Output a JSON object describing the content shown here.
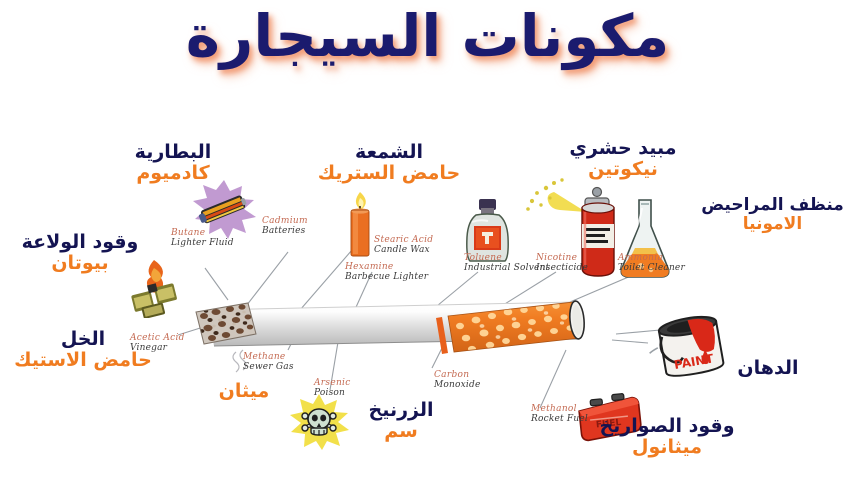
{
  "poster": {
    "title": "مكونات السيجارة",
    "title_color": "#1b1b6e",
    "accent_color": "#f07c20",
    "background": "#ffffff",
    "subject": "cigarette-diagram"
  },
  "labels": [
    {
      "id": "battery",
      "ar_main": "البطارية",
      "ar_sub": "كادميوم",
      "en_chem": "Cadmium",
      "en_use": "Batteries",
      "icon": "battery-icon"
    },
    {
      "id": "lighter-fuel",
      "ar_main": "وقود الولاعة",
      "ar_sub": "بيوتان",
      "en_chem": "Butane",
      "en_use": "Lighter Fluid",
      "icon": "lighter-icon"
    },
    {
      "id": "vinegar",
      "ar_main": "الخل",
      "ar_sub": "حامض الاستيك",
      "en_chem": "Acetic Acid",
      "en_use": "Vinegar",
      "icon": "none"
    },
    {
      "id": "methane",
      "ar_main": "",
      "ar_sub": "ميثان",
      "en_chem": "Methane",
      "en_use": "Sewer Gas",
      "icon": "gas-waves-icon"
    },
    {
      "id": "arsenic",
      "ar_main": "الزرنيخ",
      "ar_sub": "سم",
      "en_chem": "Arsenic",
      "en_use": "Poison",
      "icon": "skull-poison-icon"
    },
    {
      "id": "candle",
      "ar_main": "الشمعة",
      "ar_sub": "حامض الستريك",
      "en_chem": "Stearic Acid",
      "en_use": "Candle Wax",
      "icon": "candle-icon"
    },
    {
      "id": "barbecue-lighter",
      "ar_main": "",
      "ar_sub": "",
      "en_chem": "Hexamine",
      "en_use": "Barbecue Lighter",
      "icon": "none"
    },
    {
      "id": "industrial-solvent",
      "ar_main": "",
      "ar_sub": "",
      "en_chem": "Toluene",
      "en_use": "Industrial Solvent",
      "icon": "solvent-bottle-icon"
    },
    {
      "id": "insecticide",
      "ar_main": "مبيد حشري",
      "ar_sub": "نيكوتين",
      "en_chem": "Nicotine",
      "en_use": "Insecticide",
      "icon": "spray-can-icon"
    },
    {
      "id": "toilet-cleaner",
      "ar_main": "منظف المراحيض",
      "ar_sub": "الامونيا",
      "en_chem": "Ammonia",
      "en_use": "Toilet Cleaner",
      "icon": "flask-icon"
    },
    {
      "id": "paint",
      "ar_main": "الدهان",
      "ar_sub": "",
      "en_chem": "",
      "en_use": "",
      "icon": "paint-can-icon"
    },
    {
      "id": "rocket-fuel",
      "ar_main": "وقود الصواريخ",
      "ar_sub": "ميثانول",
      "en_chem": "Methanol",
      "en_use": "Rocket Fuel",
      "icon": "fuel-can-icon"
    },
    {
      "id": "carbon-monoxide",
      "ar_main": "",
      "ar_sub": "",
      "en_chem": "Carbon",
      "en_use": "Monoxide",
      "icon": "none"
    }
  ],
  "icons": {
    "paint_can_text": "PAINT",
    "fuel_can_text": "FUEL"
  }
}
